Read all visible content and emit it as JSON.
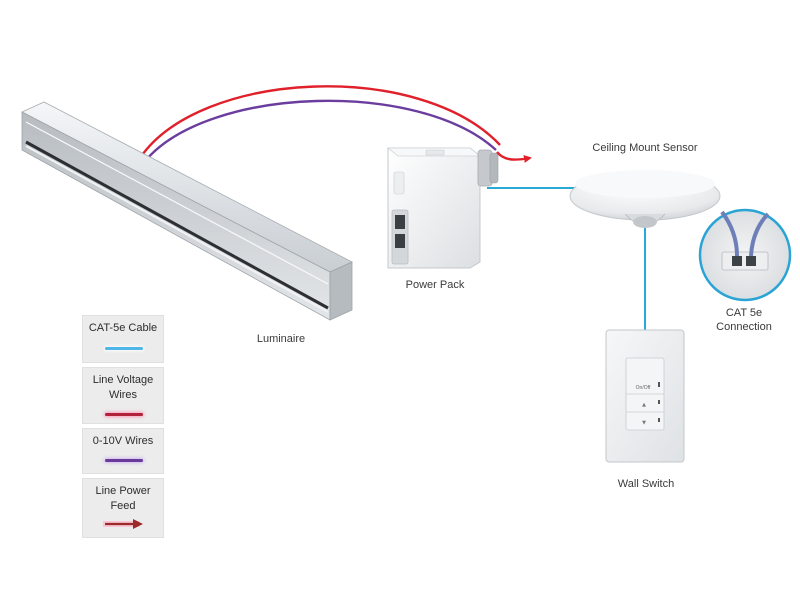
{
  "labels": {
    "luminaire": "Luminaire",
    "power_pack": "Power Pack",
    "ceiling_sensor": "Ceiling Mount Sensor",
    "cat5e_connection": "CAT 5e Connection",
    "wall_switch": "Wall Switch"
  },
  "wall_switch_buttons": {
    "onoff": "On/Off",
    "up": "▲",
    "down": "▼"
  },
  "legend": [
    {
      "label": "CAT-5e Cable",
      "color": "#4fb6e8",
      "kind": "line"
    },
    {
      "label": "Line Voltage Wires",
      "color": "#b1213a",
      "kind": "line"
    },
    {
      "label": "0-10V Wires",
      "color": "#6a3a9a",
      "kind": "line"
    },
    {
      "label": "Line Power Feed",
      "color": "#c0262d",
      "kind": "arrow"
    }
  ],
  "colors": {
    "cat5e": "#29a9d6",
    "line_voltage": "#e0202a",
    "zero_to_ten_v": "#6b3d9e",
    "line_power": "#e0202a"
  }
}
